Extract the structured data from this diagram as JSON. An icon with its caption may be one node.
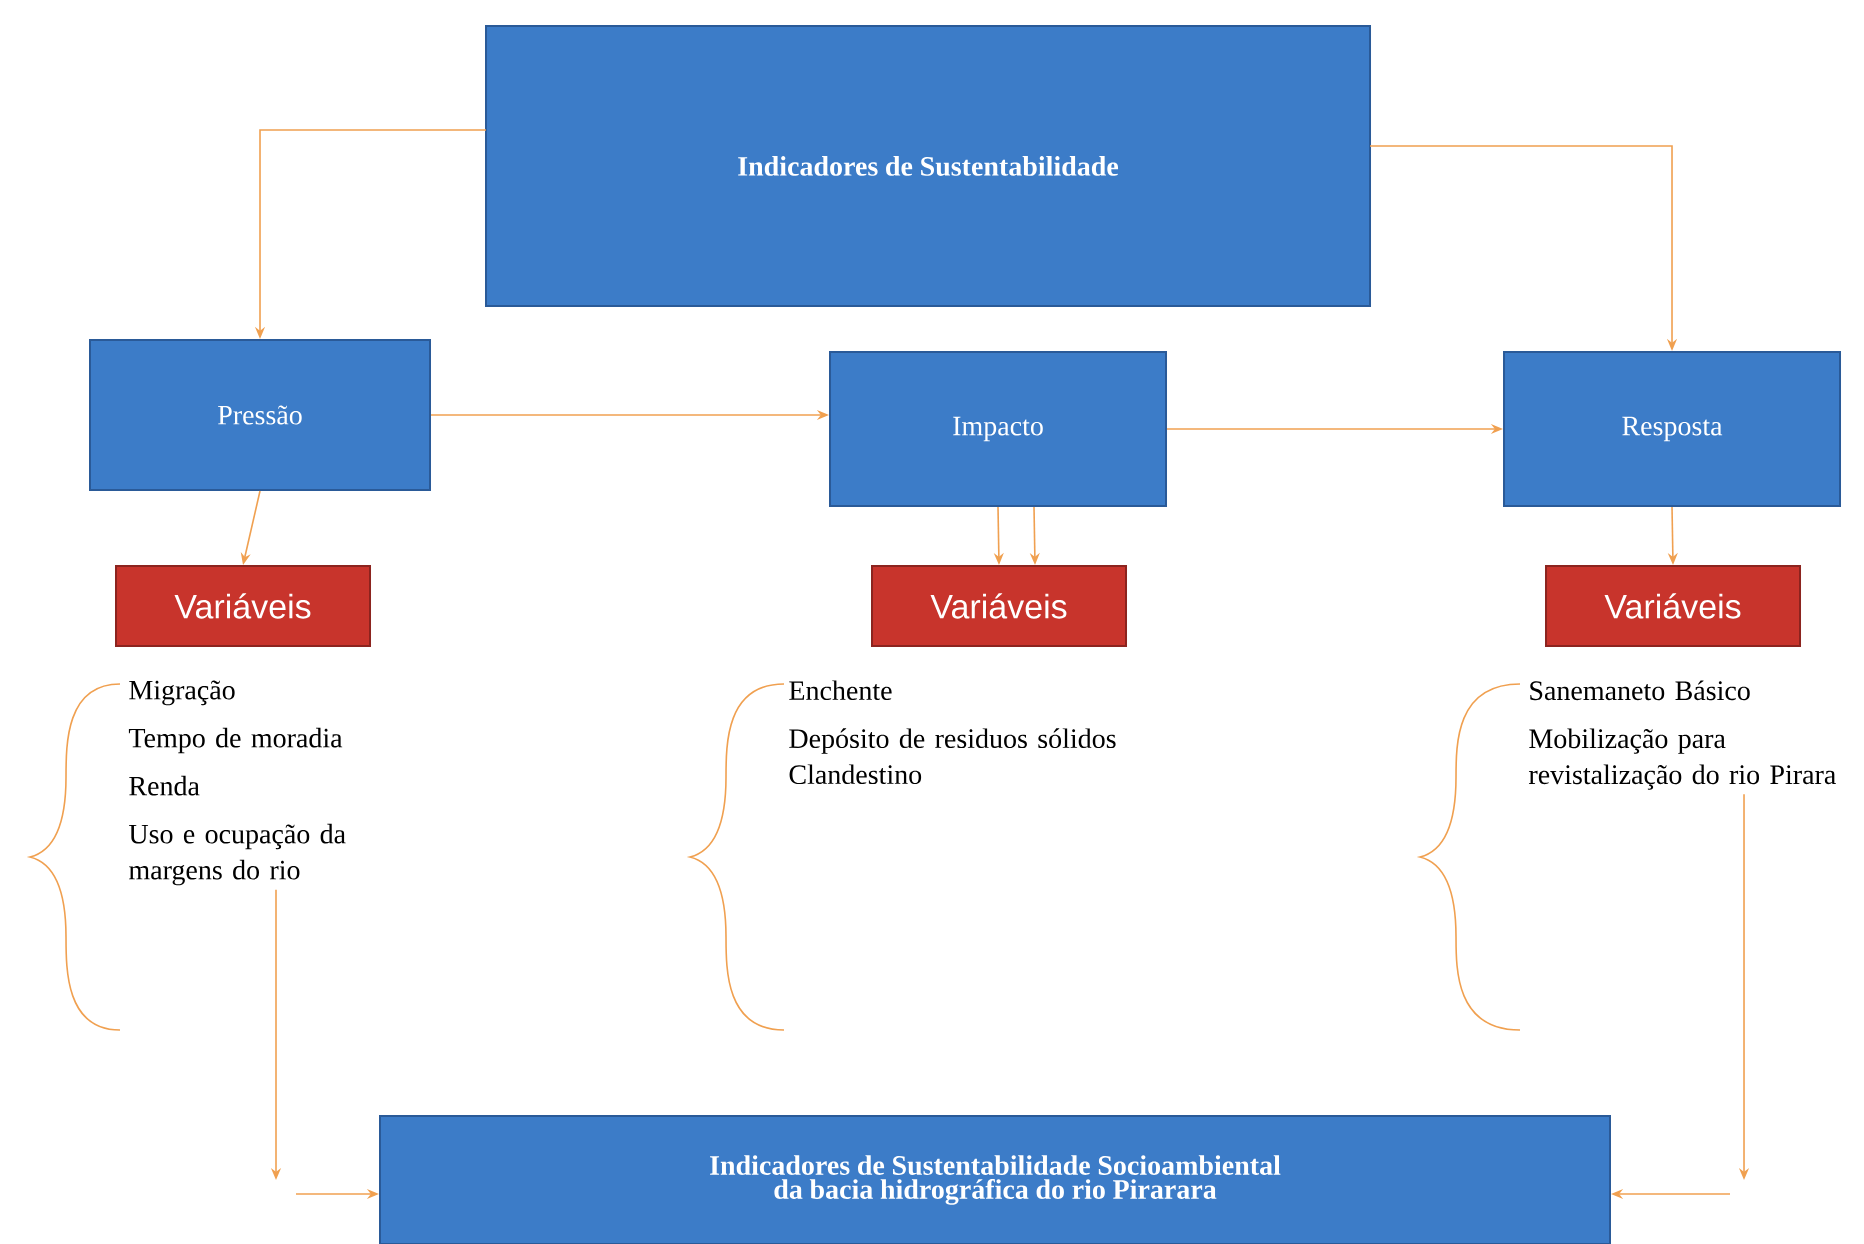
{
  "diagram": {
    "nodes": [
      {
        "text": [
          "Indicadores de Sustentabilidade"
        ]
      },
      {
        "text": [
          "Pressão"
        ]
      },
      {
        "text": [
          "Impacto"
        ]
      },
      {
        "text": [
          "Resposta"
        ]
      },
      {
        "text": [
          "Variáveis"
        ]
      },
      {
        "text": [
          "Variáveis"
        ]
      },
      {
        "text": [
          "Variáveis"
        ]
      },
      {
        "text": [
          "Migração",
          "Tempo de moradia",
          "Renda",
          "Uso e ocupação da margens do rio"
        ]
      },
      {
        "text": [
          "Enchente",
          "Depósito de residuos sólidos Clandestino"
        ]
      },
      {
        "text": [
          "Sanemaneto Básico",
          "Mobilização para revistalização do rio Pirara"
        ]
      },
      {
        "text": [
          "Indicadores de Sustentabilidade Socioambiental da bacia hidrográfica do rio Pirarara"
        ]
      }
    ],
    "edges": [
      {
        "from": 0,
        "to": 1,
        "arrow": "to"
      },
      {
        "from": 0,
        "to": 3,
        "arrow": "to"
      },
      {
        "from": 1,
        "to": 2,
        "arrow": "to"
      },
      {
        "from": 2,
        "to": 3,
        "arrow": "to"
      },
      {
        "from": 1,
        "to": 4,
        "arrow": "to"
      },
      {
        "from": 2,
        "to": 5,
        "arrow": "to"
      },
      {
        "from": 2,
        "to": 5,
        "arrow": "to"
      },
      {
        "from": 3,
        "to": 6,
        "arrow": "to"
      },
      {
        "from": 7,
        "to": null,
        "arrow": "to"
      },
      {
        "from": null,
        "to": 10,
        "arrow": "to"
      },
      {
        "from": 9,
        "to": null,
        "arrow": "to"
      },
      {
        "from": null,
        "to": 10,
        "arrow": "to"
      }
    ]
  }
}
